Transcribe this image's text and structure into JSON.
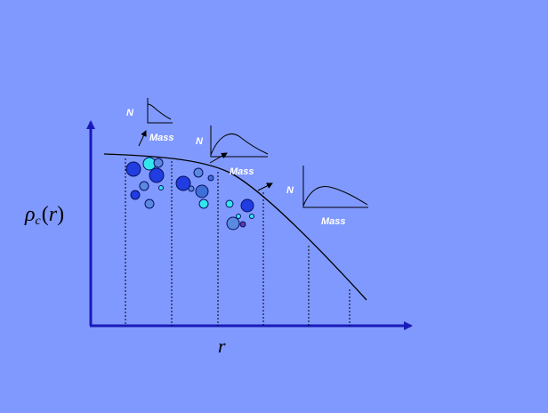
{
  "diagram": {
    "y_axis_label": {
      "symbol": "ρ",
      "subscript": "c",
      "open_paren": "(",
      "variable": "r",
      "close_paren": ")"
    },
    "x_axis_label": "r",
    "insets": [
      {
        "n_label": "N",
        "mass_label": "Mass"
      },
      {
        "n_label": "N",
        "mass_label": "Mass"
      },
      {
        "n_label": "N",
        "mass_label": "Mass"
      }
    ],
    "colors": {
      "background": "#8099ff",
      "axis": "#1a1ab8",
      "curve": "#000000",
      "cluster_dark_blue": "#1f3de0",
      "cluster_mid_blue": "#3f6fd8",
      "cluster_light_blue": "#5a8ae0",
      "cluster_cyan": "#33e6ee",
      "cluster_purple": "#5a3aa8"
    }
  }
}
